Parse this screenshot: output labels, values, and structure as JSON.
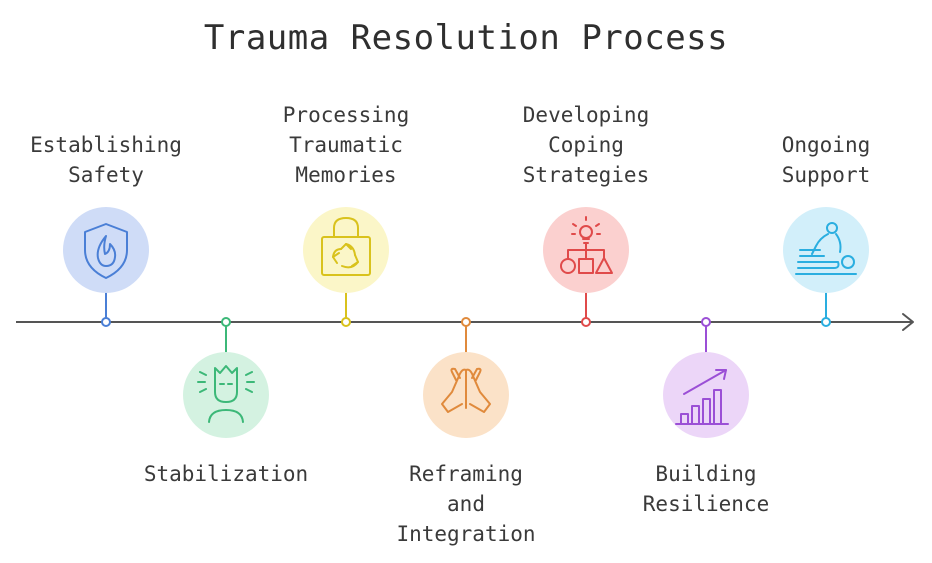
{
  "title": "Trauma Resolution Process",
  "steps": [
    {
      "lines": [
        "Establishing",
        "Safety"
      ],
      "icon": "fire-shield-icon",
      "color": "#4a7fd6",
      "fill": "#cfdcf7"
    },
    {
      "lines": [
        "Stabilization"
      ],
      "icon": "calm-crowned-head-icon",
      "color": "#3cb878",
      "fill": "#d4f2e1"
    },
    {
      "lines": [
        "Processing",
        "Traumatic",
        "Memories"
      ],
      "icon": "recycle-lock-icon",
      "color": "#d9c21c",
      "fill": "#fbf6c8"
    },
    {
      "lines": [
        "Reframing",
        "and",
        "Integration"
      ],
      "icon": "praying-hands-icon",
      "color": "#e08a3c",
      "fill": "#fbe2c8"
    },
    {
      "lines": [
        "Developing",
        "Coping",
        "Strategies"
      ],
      "icon": "idea-flowchart-icon",
      "color": "#e04a4a",
      "fill": "#fbd0cf"
    },
    {
      "lines": [
        "Building",
        "Resilience"
      ],
      "icon": "growth-bar-chart-icon",
      "color": "#9b4fd6",
      "fill": "#ecd6f8"
    },
    {
      "lines": [
        "Ongoing",
        "Support"
      ],
      "icon": "massage-therapy-icon",
      "color": "#2aaee0",
      "fill": "#d2effa"
    }
  ]
}
